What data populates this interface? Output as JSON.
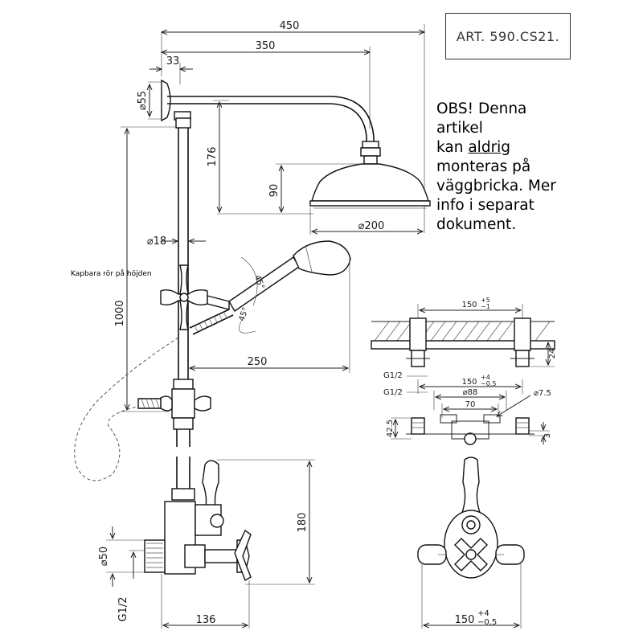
{
  "article_box": {
    "text": "ART.  590.CS21."
  },
  "note": {
    "line1": "OBS! Denna",
    "line2": "artikel",
    "line3_pre": "kan ",
    "line3_underlined": "aldrig",
    "line4": "monteras på",
    "line5": "väggbricka. Mer",
    "line6": "info i separat",
    "line7": "dokument."
  },
  "side_label": "Kapbara rör på höjden",
  "dimensions": {
    "overall_projection": "450",
    "arm_projection": "350",
    "wall_offset": "33",
    "wall_flange_dia": "⌀55",
    "arm_height": "176",
    "head_height": "90",
    "head_dia": "⌀200",
    "riser_dia": "⌀18",
    "riser_length": "1000",
    "holder_angle_up": "45°",
    "holder_angle_down": "45°",
    "hand_shower_reach": "250",
    "valve_height": "180",
    "valve_body_dia": "⌀50",
    "inlet_thread_left": "G1/2",
    "valve_projection": "136",
    "centres_bottom": "150",
    "centres_bottom_tol_upper": "+4",
    "centres_bottom_tol_lower": "−0,5",
    "detail_centres_top": "150",
    "detail_centres_top_tol_upper": "+5",
    "detail_centres_top_tol_lower": "−1",
    "detail_depth": "24",
    "detail_thread_1": "G1/2",
    "detail_centres_mid": "150",
    "detail_centres_mid_tol_upper": "+4",
    "detail_centres_mid_tol_lower": "−0,5",
    "detail_thread_2": "G1/2",
    "detail_dia_88": "⌀88",
    "detail_70": "70",
    "detail_dia_7_5": "⌀7.5",
    "detail_42_5": "42.5",
    "detail_3": "3"
  }
}
